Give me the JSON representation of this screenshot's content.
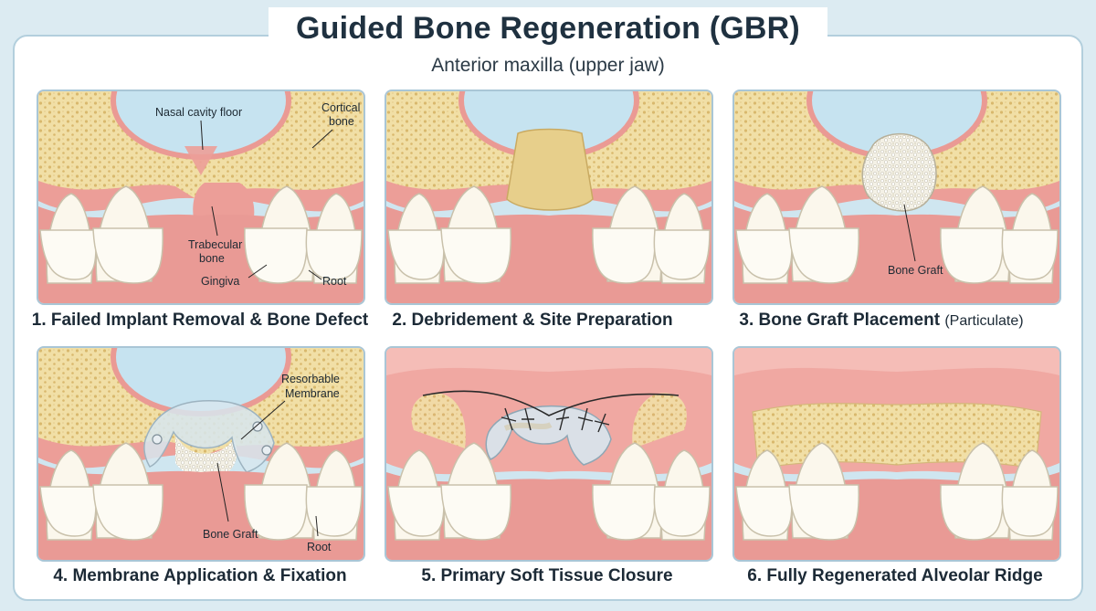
{
  "title": "Guided Bone Regeneration (GBR)",
  "subtitle": "Anterior maxilla (upper jaw)",
  "colors": {
    "background": "#dcebf2",
    "gingiva": "#ec9e98",
    "bone": "#f1dfa6",
    "tooth": "#fbf7ec",
    "sky": "#cfe6f0",
    "membrane": "#d7e6ee"
  },
  "panels": [
    {
      "caption": "1. Failed Implant Removal & Bone Defect",
      "caption_extra": "",
      "labels": {
        "nasal": "Nasal cavity floor",
        "cortical_1": "Cortical",
        "cortical_2": "bone",
        "trabecular_1": "Trabecular",
        "trabecular_2": "bone",
        "gingiva": "Gingiva",
        "root": "Root"
      }
    },
    {
      "caption": "2. Debridement & Site Preparation",
      "caption_extra": "",
      "labels": {}
    },
    {
      "caption": "3. Bone Graft Placement",
      "caption_extra": "(Particulate)",
      "labels": {
        "graft": "Bone Graft"
      }
    },
    {
      "caption": "4. Membrane Application & Fixation",
      "caption_extra": "",
      "labels": {
        "membrane_1": "Resorbable",
        "membrane_2": "Membrane",
        "graft": "Bone Graft",
        "root": "Root"
      }
    },
    {
      "caption": "5. Primary Soft Tissue Closure",
      "caption_extra": "",
      "labels": {}
    },
    {
      "caption": "6. Fully Regenerated Alveolar Ridge",
      "caption_extra": "",
      "labels": {}
    }
  ]
}
